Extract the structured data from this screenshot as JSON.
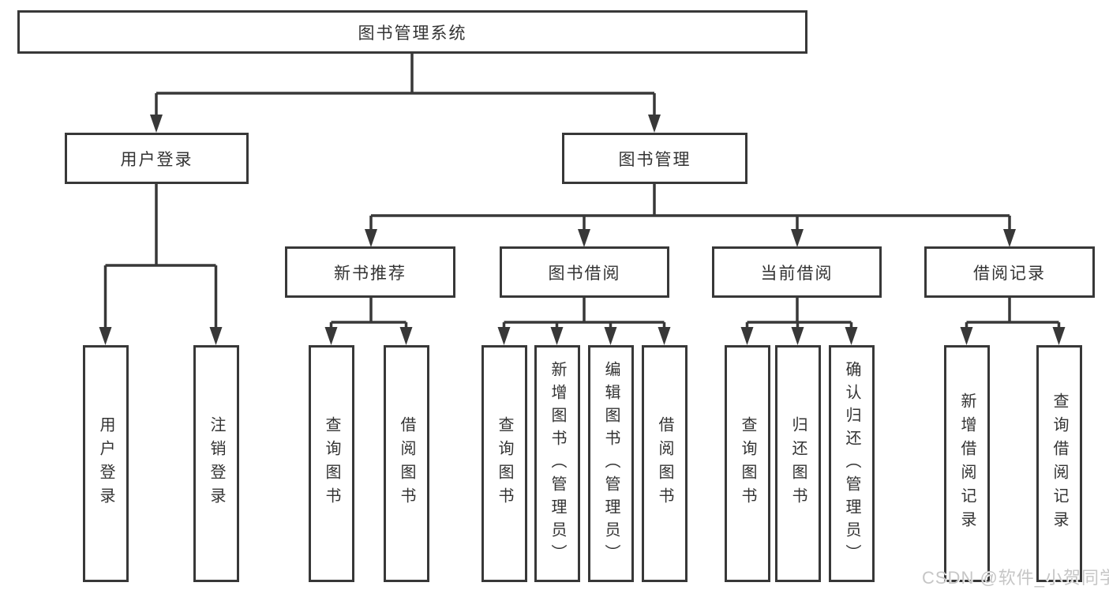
{
  "tree": {
    "root": {
      "label": "图书管理系统",
      "children": [
        {
          "label": "用户登录",
          "children": [
            {
              "label": "用户登录"
            },
            {
              "label": "注销登录"
            }
          ]
        },
        {
          "label": "图书管理",
          "children": [
            {
              "label": "新书推荐",
              "children": [
                {
                  "label": "查询图书"
                },
                {
                  "label": "借阅图书"
                }
              ]
            },
            {
              "label": "图书借阅",
              "children": [
                {
                  "label": "查询图书"
                },
                {
                  "label": "新增图书（管理员）"
                },
                {
                  "label": "编辑图书（管理员）"
                },
                {
                  "label": "借阅图书"
                }
              ]
            },
            {
              "label": "当前借阅",
              "children": [
                {
                  "label": "查询图书"
                },
                {
                  "label": "归还图书"
                },
                {
                  "label": "确认归还（管理员）"
                }
              ]
            },
            {
              "label": "借阅记录",
              "children": [
                {
                  "label": "新增借阅记录"
                },
                {
                  "label": "查询借阅记录"
                }
              ]
            }
          ]
        }
      ]
    }
  },
  "watermark": {
    "text": "CSDN @软件_小贺同学"
  },
  "colors": {
    "line": "#383838",
    "box_border": "#383838",
    "text": "#333333",
    "watermark": "#c6c6c6",
    "background": "#ffffff"
  }
}
